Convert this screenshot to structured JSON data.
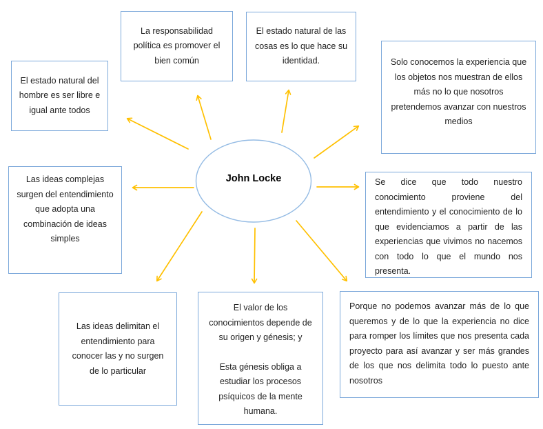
{
  "diagram": {
    "title_node": {
      "label": "John Locke"
    },
    "nodes": [
      {
        "id": "responsabilidad",
        "text": "La responsabilidad política es promover el bien común"
      },
      {
        "id": "estado-cosas",
        "text": "El estado natural de las cosas es lo que hace su identidad."
      },
      {
        "id": "solo-conocemos",
        "text": "Solo conocemos la experiencia que los objetos nos muestran de ellos más no lo que nosotros pretendemos avanzar con nuestros medios"
      },
      {
        "id": "estado-hombre",
        "text": "El estado natural del hombre es ser libre e igual ante todos"
      },
      {
        "id": "ideas-complejas",
        "text": "Las ideas complejas surgen del entendimiento que adopta una combinación de ideas simples"
      },
      {
        "id": "se-dice",
        "text": "Se dice que todo nuestro conocimiento proviene del entendimiento y el conocimiento de lo que evidenciamos a partir de las experiencias que vivimos no nacemos con todo lo que el mundo nos presenta."
      },
      {
        "id": "ideas-delimitan",
        "text": "Las ideas delimitan el entendimiento para conocer las y no surgen de lo particular"
      },
      {
        "id": "valor",
        "paragraphs": [
          "El valor de los conocimientos depende de su origen y génesis; y",
          "Esta génesis obliga a estudiar los procesos psíquicos de la mente humana."
        ]
      },
      {
        "id": "porque",
        "text": "Porque no podemos avanzar más de lo que queremos y de lo que la experiencia no dice para romper los límites que nos presenta cada proyecto para así avanzar y ser más grandes de los que nos delimita todo lo puesto ante nosotros"
      }
    ],
    "colors": {
      "box_border": "#7aa7da",
      "ellipse_border": "#94bbe4",
      "arrow": "#FFC000",
      "text": "#1f1f1f"
    }
  }
}
